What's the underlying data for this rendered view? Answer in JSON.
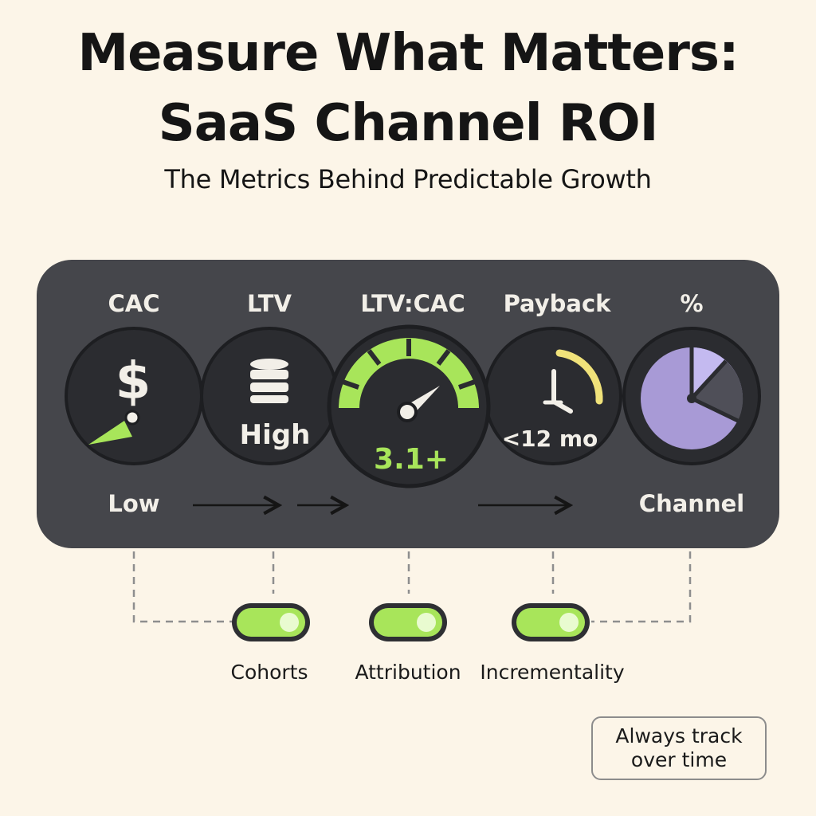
{
  "title_line1": "Measure What Matters:",
  "title_line2": "SaaS Channel ROI",
  "subtitle": "The Metrics Behind Predictable Growth",
  "metrics": [
    {
      "header": "CAC",
      "icon": "dollar-icon",
      "value_label": "Low"
    },
    {
      "header": "LTV",
      "icon": "database-icon",
      "value_label": "High"
    },
    {
      "header": "LTV:CAC",
      "icon": "speedometer-icon",
      "value_label": "3.1+"
    },
    {
      "header": "Payback",
      "icon": "clock-icon",
      "value_label": "<12 mo"
    },
    {
      "header": "%",
      "icon": "pie-chart-icon",
      "value_label": "Channel"
    }
  ],
  "toggles": [
    {
      "label": "Cohorts",
      "on": true
    },
    {
      "label": "Attribution",
      "on": true
    },
    {
      "label": "Incrementality",
      "on": true
    }
  ],
  "note": "Always track over time",
  "colors": {
    "background": "#fcf5e8",
    "panel": "#45464b",
    "accent_green": "#a8e55a",
    "accent_yellow": "#f0e27a",
    "pie_purple": "#a89ad6"
  }
}
